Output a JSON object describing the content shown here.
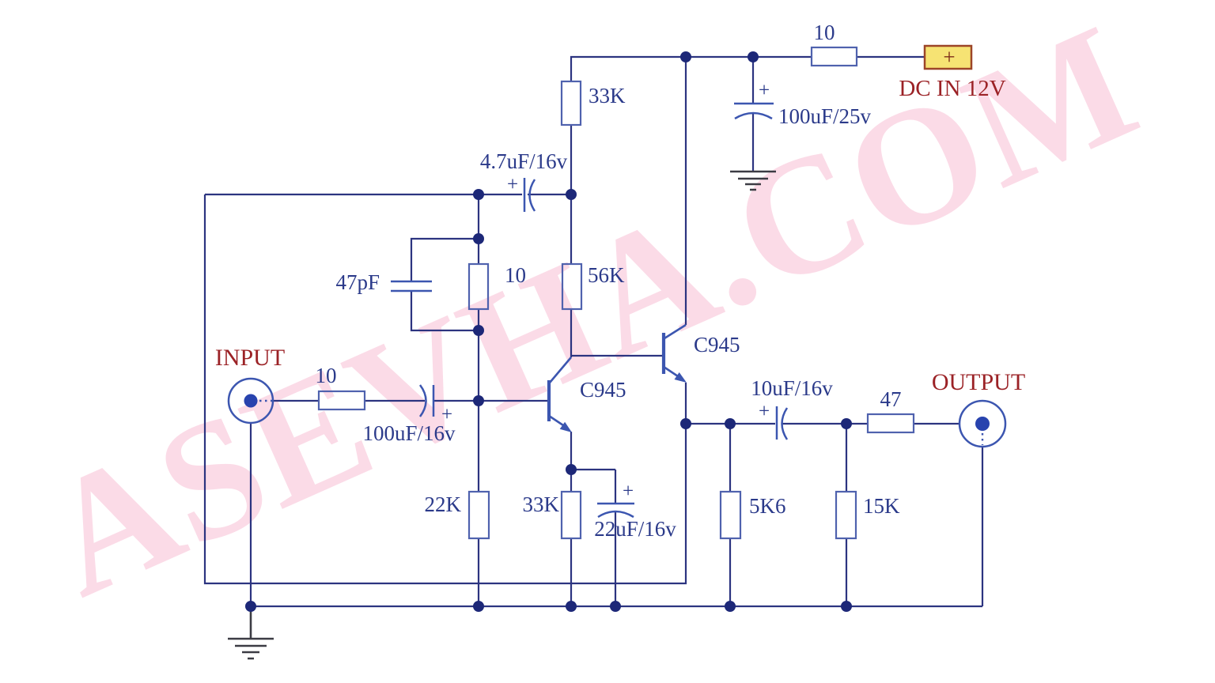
{
  "watermark": {
    "text": "ASEVHA.COM",
    "color": "#fbdbe7"
  },
  "colors": {
    "wire": "#2c3480",
    "component_outline": "#4f62ae",
    "transistor_blue": "#3c56b0",
    "junction_dot": "#1d2878",
    "value_text": "#2b3a8a",
    "port_text": "#9b2226",
    "terminal_fill": "#f6e373",
    "terminal_border": "#9c4528",
    "terminal_plus": "#7e2d18",
    "ground": "#3c3c44",
    "watermark_pink": "#fbdbe7"
  },
  "power": {
    "series_resistor": "10",
    "terminal_plus": "+",
    "terminal_label": "DC IN 12V",
    "filter_cap_plus": "+",
    "filter_cap_value": "100uF/25v"
  },
  "bias": {
    "collector_resistor": "33K",
    "bootstrap_cap_plus": "+",
    "bootstrap_cap_value": "4.7uF/16v",
    "base_resistor": "56K",
    "feedback_resistor": "10",
    "feedback_cap": "47pF"
  },
  "input": {
    "label": "INPUT",
    "series_resistor": "10",
    "coupling_cap_plus": "+",
    "coupling_cap_value": "100uF/16v",
    "bias_resistor": "22K"
  },
  "transistors": {
    "q1": "C945",
    "q2": "C945"
  },
  "emitter": {
    "resistor": "33K",
    "bypass_cap_plus": "+",
    "bypass_cap_value": "22uF/16v"
  },
  "output": {
    "label": "OUTPUT",
    "load_resistor": "5K6",
    "coupling_cap_plus": "+",
    "coupling_cap_value": "10uF/16v",
    "series_resistor": "47",
    "shunt_resistor": "15K"
  }
}
